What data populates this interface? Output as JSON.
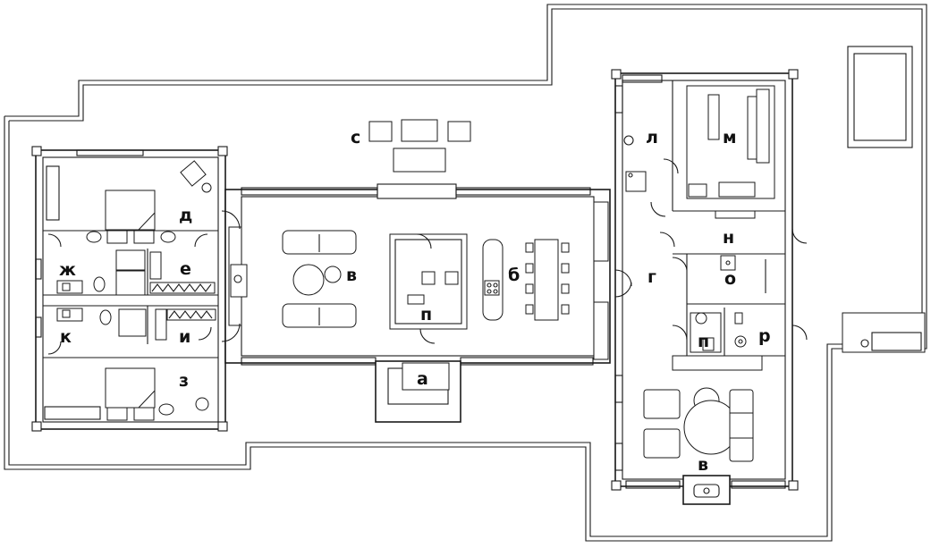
{
  "plan": {
    "labels": {
      "a": "а",
      "b": "б",
      "v_living": "в",
      "v_terrace": "в",
      "g": "г",
      "d": "д",
      "e": "е",
      "zh": "ж",
      "z": "з",
      "i": "и",
      "k": "к",
      "l": "л",
      "m": "м",
      "n": "н",
      "o": "о",
      "p_kitchen": "п",
      "p_bath": "п",
      "r": "р",
      "s": "с"
    }
  }
}
